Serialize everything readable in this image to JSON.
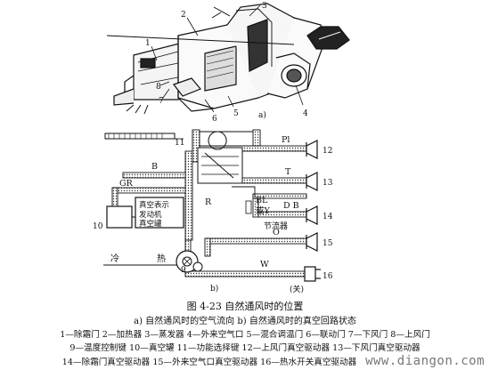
{
  "figure": {
    "part_a_label": "a)",
    "part_b_label": "b)",
    "callouts_a": [
      "1",
      "2",
      "3",
      "4",
      "5",
      "6",
      "7",
      "8"
    ],
    "callouts_b": [
      "9",
      "10",
      "11",
      "12",
      "13",
      "14",
      "15",
      "16"
    ],
    "line_labels": {
      "b": "B",
      "gr": "GR",
      "r": "R",
      "pl": "Pl",
      "t": "T",
      "bl_y": "BL\n或Y",
      "db": "D B",
      "o": "O",
      "w": "W"
    },
    "box_10_text": [
      "真空表示",
      "发动机",
      "真空罐"
    ],
    "valve_text": "节流器",
    "cold_label": "冷",
    "hot_label": "热",
    "switch_label": "(关)"
  },
  "caption": {
    "title": "图 4-23    自然通风时的位置",
    "subtitle": "a) 自然通风时的空气流向   b) 自然通风时的真空回路状态",
    "legend_lines": [
      "1—除霜门   2—加热器   3—蒸发器   4—外来空气口   5—混合调温门   6—联动门   7—下风门   8—上风门",
      "9—温度控制键   10—真空罐   11—功能选择键   12—上风门真空驱动器   13—下风门真空驱动器",
      "14—除霜门真空驱动器   15—外来空气口真空驱动器   16—热水开关真空驱动器"
    ]
  },
  "watermark": "www.diangon.com"
}
